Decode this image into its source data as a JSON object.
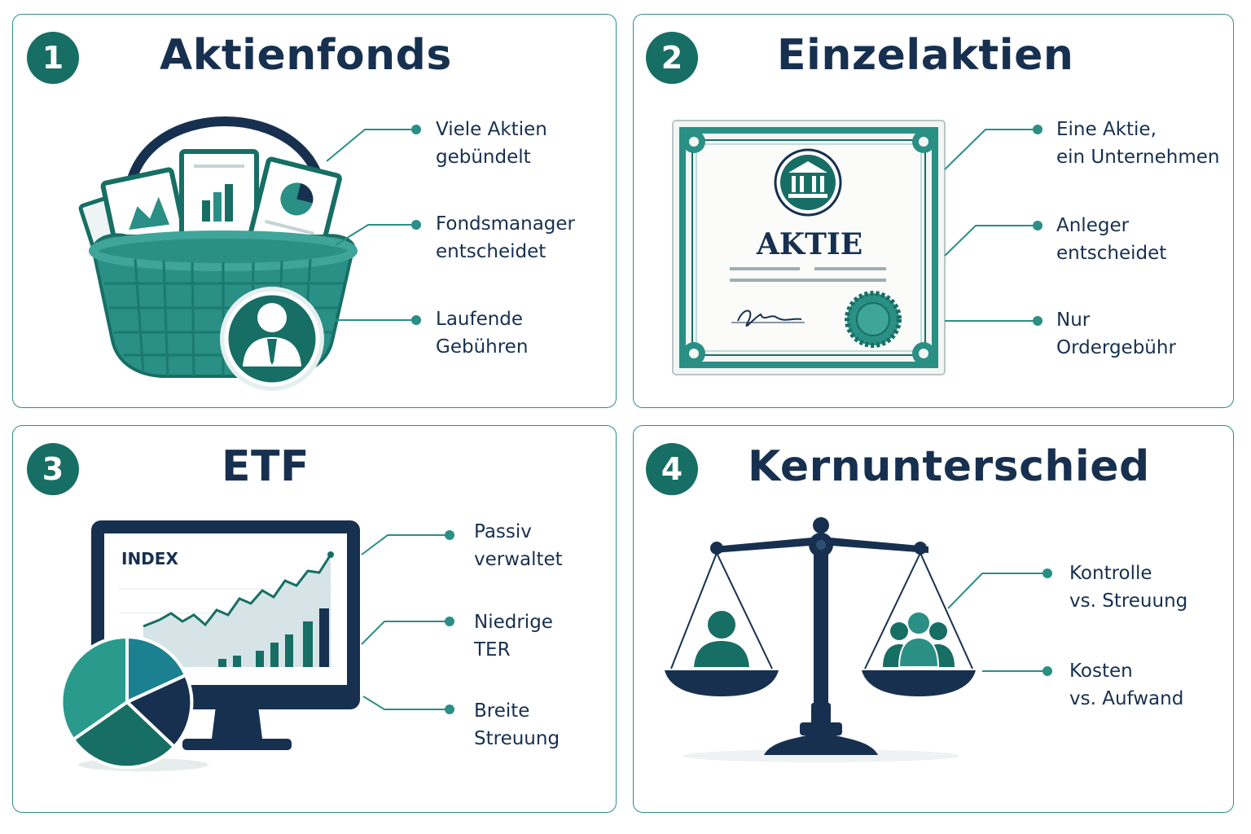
{
  "panels": [
    {
      "number": "1",
      "title": "Aktienfonds",
      "bullets": [
        {
          "line1": "Viele Aktien",
          "line2": "gebündelt"
        },
        {
          "line1": "Fondsmanager",
          "line2": "entscheidet"
        },
        {
          "line1": "Laufende",
          "line2": "Gebühren"
        }
      ]
    },
    {
      "number": "2",
      "title": "Einzelaktien",
      "certificate_label": "AKTIE",
      "bullets": [
        {
          "line1": "Eine Aktie,",
          "line2": "ein Unternehmen"
        },
        {
          "line1": "Anleger",
          "line2": "entscheidet"
        },
        {
          "line1": "Nur",
          "line2": "Ordergebühr"
        }
      ]
    },
    {
      "number": "3",
      "title": "ETF",
      "monitor_label": "INDEX",
      "bullets": [
        {
          "line1": "Passiv",
          "line2": "verwaltet"
        },
        {
          "line1": "Niedrige",
          "line2": "TER"
        },
        {
          "line1": "Breite",
          "line2": "Streuung"
        }
      ]
    },
    {
      "number": "4",
      "title": "Kernunterschied",
      "bullets": [
        {
          "line1": "Kontrolle",
          "line2": "vs. Streuung"
        },
        {
          "line1": "Kosten",
          "line2": "vs. Aufwand"
        }
      ]
    }
  ],
  "colors": {
    "navy": "#17304f",
    "teal_dark": "#176e64",
    "teal": "#2a8f84",
    "teal_light": "#3fa59a",
    "border": "#2f8f86"
  },
  "icons": [
    "basket-icon",
    "fund-manager-icon",
    "stock-certificate-icon",
    "bank-icon",
    "seal-icon",
    "monitor-chart-icon",
    "pie-chart-icon",
    "balance-scale-icon",
    "person-icon",
    "group-icon"
  ]
}
